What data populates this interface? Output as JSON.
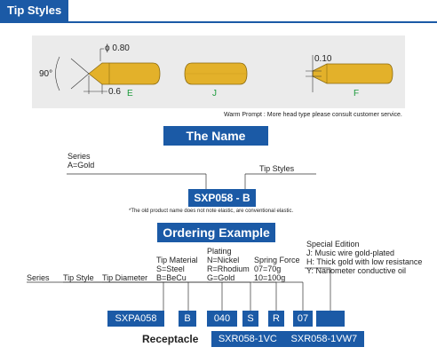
{
  "header": {
    "title": "Tip Styles"
  },
  "tips": {
    "angle": "90°",
    "diameter": "ϕ 0.80",
    "length": "0.6",
    "thickness": "0.10",
    "labels": [
      "E",
      "J",
      "F"
    ]
  },
  "prompt": "Warm Prompt : More head type please consult customer service.",
  "name_section": {
    "heading": "The Name",
    "series_label": "Series",
    "series_value": "A=Gold",
    "tip_styles_label": "Tip Styles",
    "product_code": "SXP058  - B",
    "note": "*The old product name does not note elastic, are conventional elastic."
  },
  "ordering": {
    "heading": "Ordering Example",
    "columns": [
      "Series",
      "Tip Style",
      "Tip Diameter"
    ],
    "tip_material": [
      "Tip Material",
      "S=Steel",
      "B=BeCu"
    ],
    "plating": [
      "Plating",
      "N=Nickel",
      "R=Rhodium",
      "G=Gold"
    ],
    "spring_force": [
      "Spring Force",
      "07=70g",
      "10=100g"
    ],
    "special_edition": [
      "Special Edition",
      "J: Music wire gold-plated",
      "H: Thick gold with low resistance",
      "Y: Nanometer conductive oil"
    ],
    "codes": [
      "SXPA058",
      "B",
      "040",
      "S",
      "R",
      "07",
      ""
    ],
    "receptacle_label": "Receptacle",
    "receptacle_values": [
      "SXR058-1VC",
      "SXR058-1VW7"
    ]
  }
}
